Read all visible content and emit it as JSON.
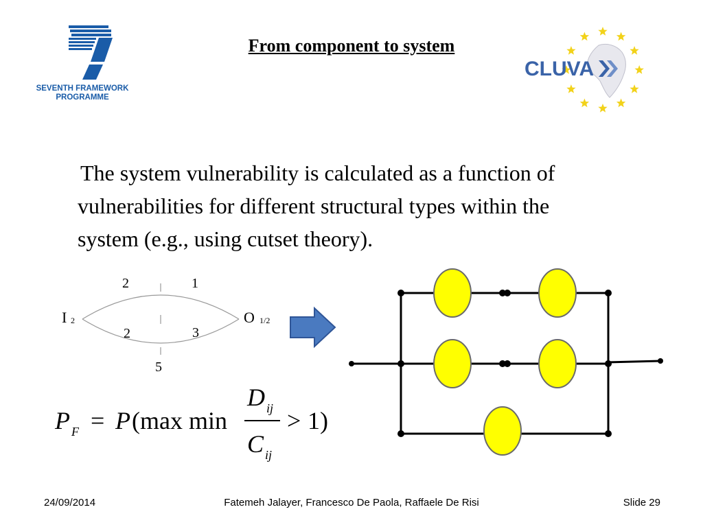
{
  "slide": {
    "title": "From component to system",
    "body_lines": [
      "The system vulnerability is calculated as a function of",
      "vulnerabilities for different structural types within the",
      "system (e.g., using cutset theory)."
    ]
  },
  "logos": {
    "fp7_line1": "SEVENTH FRAMEWORK",
    "fp7_line2": "PROGRAMME",
    "cluva_text": "CLUVA",
    "fp7_color": "#1a5ca8",
    "cluva_color": "#3a63a8",
    "star_color": "#f2d21a"
  },
  "network": {
    "input_label": "I",
    "input_sub": "2",
    "output_label": "O",
    "output_sub": "1/2",
    "edge_labels": [
      "2",
      "1",
      "2",
      "3",
      "5"
    ]
  },
  "formula": {
    "lhs": "P",
    "lhs_sub": "F",
    "equals": "=",
    "func": "P",
    "open": "(max min",
    "num": "D",
    "num_sub": "ij",
    "den": "C",
    "den_sub": "ij",
    "rel": ">",
    "close": "1)"
  },
  "footer": {
    "date": "24/09/2014",
    "authors": "Fatemeh Jalayer, Francesco De Paola, Raffaele De Risi",
    "slide": "Slide 29"
  },
  "colors": {
    "arrow_fill": "#4a7ac0",
    "arrow_stroke": "#2f5597",
    "component_fill": "#ffff00",
    "component_stroke": "#6a6a6a"
  }
}
